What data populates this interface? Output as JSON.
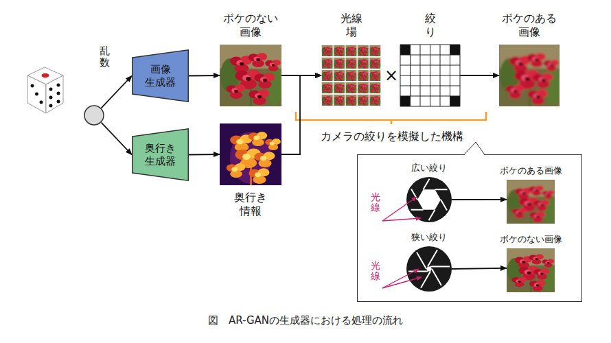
{
  "diagram": {
    "caption": "図　AR-GANの生成器における処理の流れ",
    "nodes": [
      {
        "text": [
          "乱数"
        ]
      },
      {
        "text": [
          "画像 生成器"
        ]
      },
      {
        "text": [
          "奥行き 生成器"
        ]
      },
      {
        "text": [
          "ボケのない 画像"
        ]
      },
      {
        "text": [
          "奥行き 情報"
        ]
      },
      {
        "text": [
          "光線 場"
        ]
      },
      {
        "text": [
          "絞 り"
        ]
      },
      {
        "text": [
          "ボケのある 画像"
        ]
      },
      {
        "text": [
          "カメラの絞りを模擬した機構"
        ]
      },
      {
        "text": [
          "広い絞り"
        ],
        "in": 8
      },
      {
        "text": [
          "ボケのある画像"
        ],
        "in": 8
      },
      {
        "text": [
          "狭い絞り"
        ],
        "in": 8
      },
      {
        "text": [
          "ボケのない画像"
        ],
        "in": 8
      }
    ],
    "edges": [
      {
        "from": 0,
        "to": 1,
        "arrow": "to"
      },
      {
        "from": 0,
        "to": 2,
        "arrow": "to"
      },
      {
        "from": 1,
        "to": 3,
        "arrow": "to"
      },
      {
        "from": 2,
        "to": 4,
        "arrow": "to"
      },
      {
        "from": 3,
        "to": 5,
        "arrow": "to"
      },
      {
        "from": 4,
        "to": 5,
        "arrow": "to"
      },
      {
        "from": 6,
        "to": 7,
        "arrow": "to"
      },
      {
        "from": 9,
        "to": 10,
        "arrow": "to"
      },
      {
        "from": 11,
        "to": 12,
        "arrow": "to"
      }
    ],
    "labels": [
      "×",
      "光線",
      "光線"
    ]
  }
}
